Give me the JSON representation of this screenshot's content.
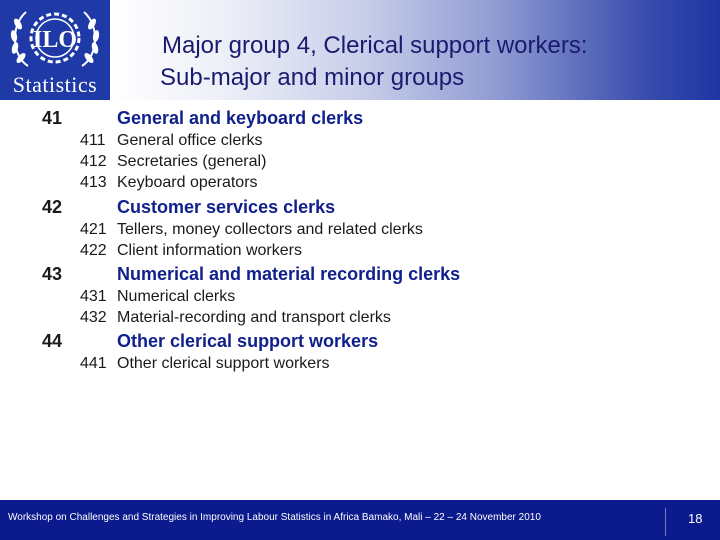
{
  "header": {
    "logo_text": "ILO",
    "logo_caption": "Statistics",
    "title_line1": "Major group 4, Clerical support workers:",
    "title_line2": "Sub-major and minor groups"
  },
  "colors": {
    "title_text": "#1a1a6e",
    "group_title_text": "#0f1f8c",
    "logo_blue": "#1f3aa6",
    "footer_blue": "#0b1a8c"
  },
  "groups": [
    {
      "code": "41",
      "title": "General and keyboard clerks",
      "minor": [
        {
          "code": "411",
          "label": "General office clerks"
        },
        {
          "code": "412",
          "label": "Secretaries (general)"
        },
        {
          "code": "413",
          "label": "Keyboard operators"
        }
      ]
    },
    {
      "code": "42",
      "title": "Customer services clerks",
      "minor": [
        {
          "code": "421",
          "label": "Tellers, money collectors and related clerks"
        },
        {
          "code": "422",
          "label": "Client information workers"
        }
      ]
    },
    {
      "code": "43",
      "title": "Numerical and material recording clerks",
      "minor": [
        {
          "code": "431",
          "label": "Numerical clerks"
        },
        {
          "code": "432",
          "label": "Material-recording and transport clerks"
        }
      ]
    },
    {
      "code": "44",
      "title": "Other clerical support workers",
      "minor": [
        {
          "code": "441",
          "label": "Other clerical support workers"
        }
      ]
    }
  ],
  "footer": {
    "text": "Workshop on Challenges and Strategies in Improving Labour Statistics in Africa Bamako, Mali – 22 – 24 November 2010",
    "page_number": "18"
  }
}
